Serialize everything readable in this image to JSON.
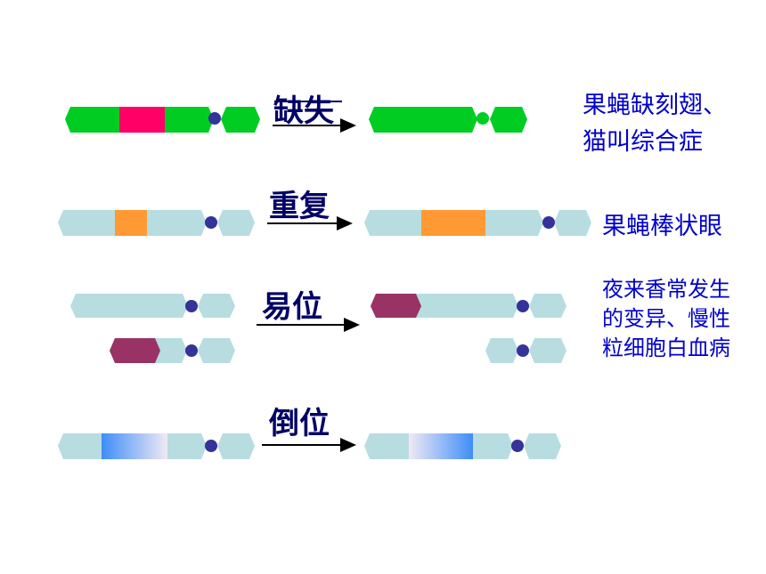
{
  "rows": [
    {
      "id": "deletion",
      "label": "缺失",
      "note": [
        "果蝇缺刻翅、",
        "猫叫综合症"
      ]
    },
    {
      "id": "duplication",
      "label": "重复",
      "note": [
        "果蝇棒状眼"
      ]
    },
    {
      "id": "translocation",
      "label": "易位",
      "note": [
        "夜来香常发生",
        "的变异、慢性",
        "粒细胞白血病"
      ]
    },
    {
      "id": "inversion",
      "label": "倒位",
      "note": []
    }
  ],
  "colors": {
    "green": "#00cc22",
    "magenta": "#ff0066",
    "lightblue": "#b7dde1",
    "orange": "#ff9933",
    "purple": "#993366",
    "centromere": "#333399",
    "label": "#000066",
    "note": "#0000cc",
    "blue": "#3f8df7"
  }
}
